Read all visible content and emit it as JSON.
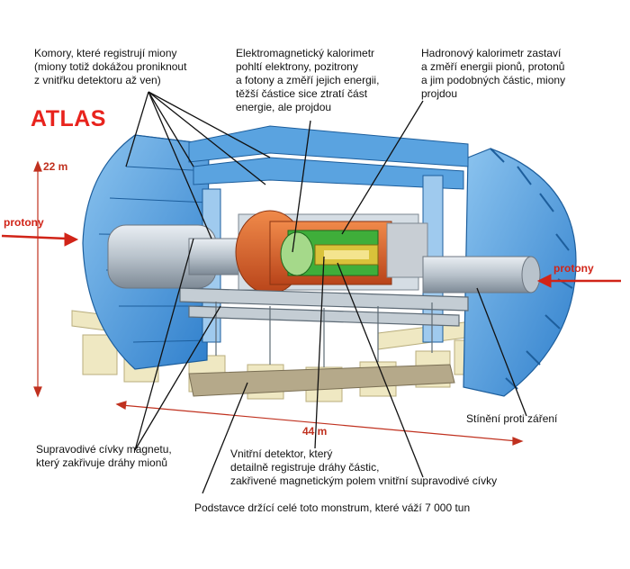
{
  "title": "ATLAS",
  "labels": {
    "muon_chambers": "Komory, které registrují miony\n(miony totiž dokážou proniknout\nz vnitřku detektoru až ven)",
    "em_calorimeter": "Elektromagnetický kalorimetr\npohltí elektrony, pozitrony\na fotony a změří jejich energii,\ntěžší částice sice ztratí část\nenergie, ale projdou",
    "hadron_calorimeter": "Hadronový kalorimetr zastaví\na změří energii pionů, protonů\na jim podobných částic, miony\nprojdou",
    "magnet_coils": "Supravodivé cívky magnetu,\nkterý zakřivuje dráhy mionů",
    "inner_detector": "Vnitřní detektor, který\ndetailně registruje dráhy částic,\nzakřivené magnetickým polem vnitřní supravodivé cívky",
    "radiation_shield": "Stínění proti záření",
    "support": "Podstavce držící celé toto monstrum, které váží 7 000 tun"
  },
  "dimensions": {
    "height": "22 m",
    "length": "44 m"
  },
  "beams": {
    "left": "protony",
    "right": "protony"
  },
  "colors": {
    "accent": "#e8231d",
    "blue": "#3c8fd6",
    "orange": "#e0611e",
    "green": "#3fae3a",
    "cream": "#efe8c2"
  }
}
